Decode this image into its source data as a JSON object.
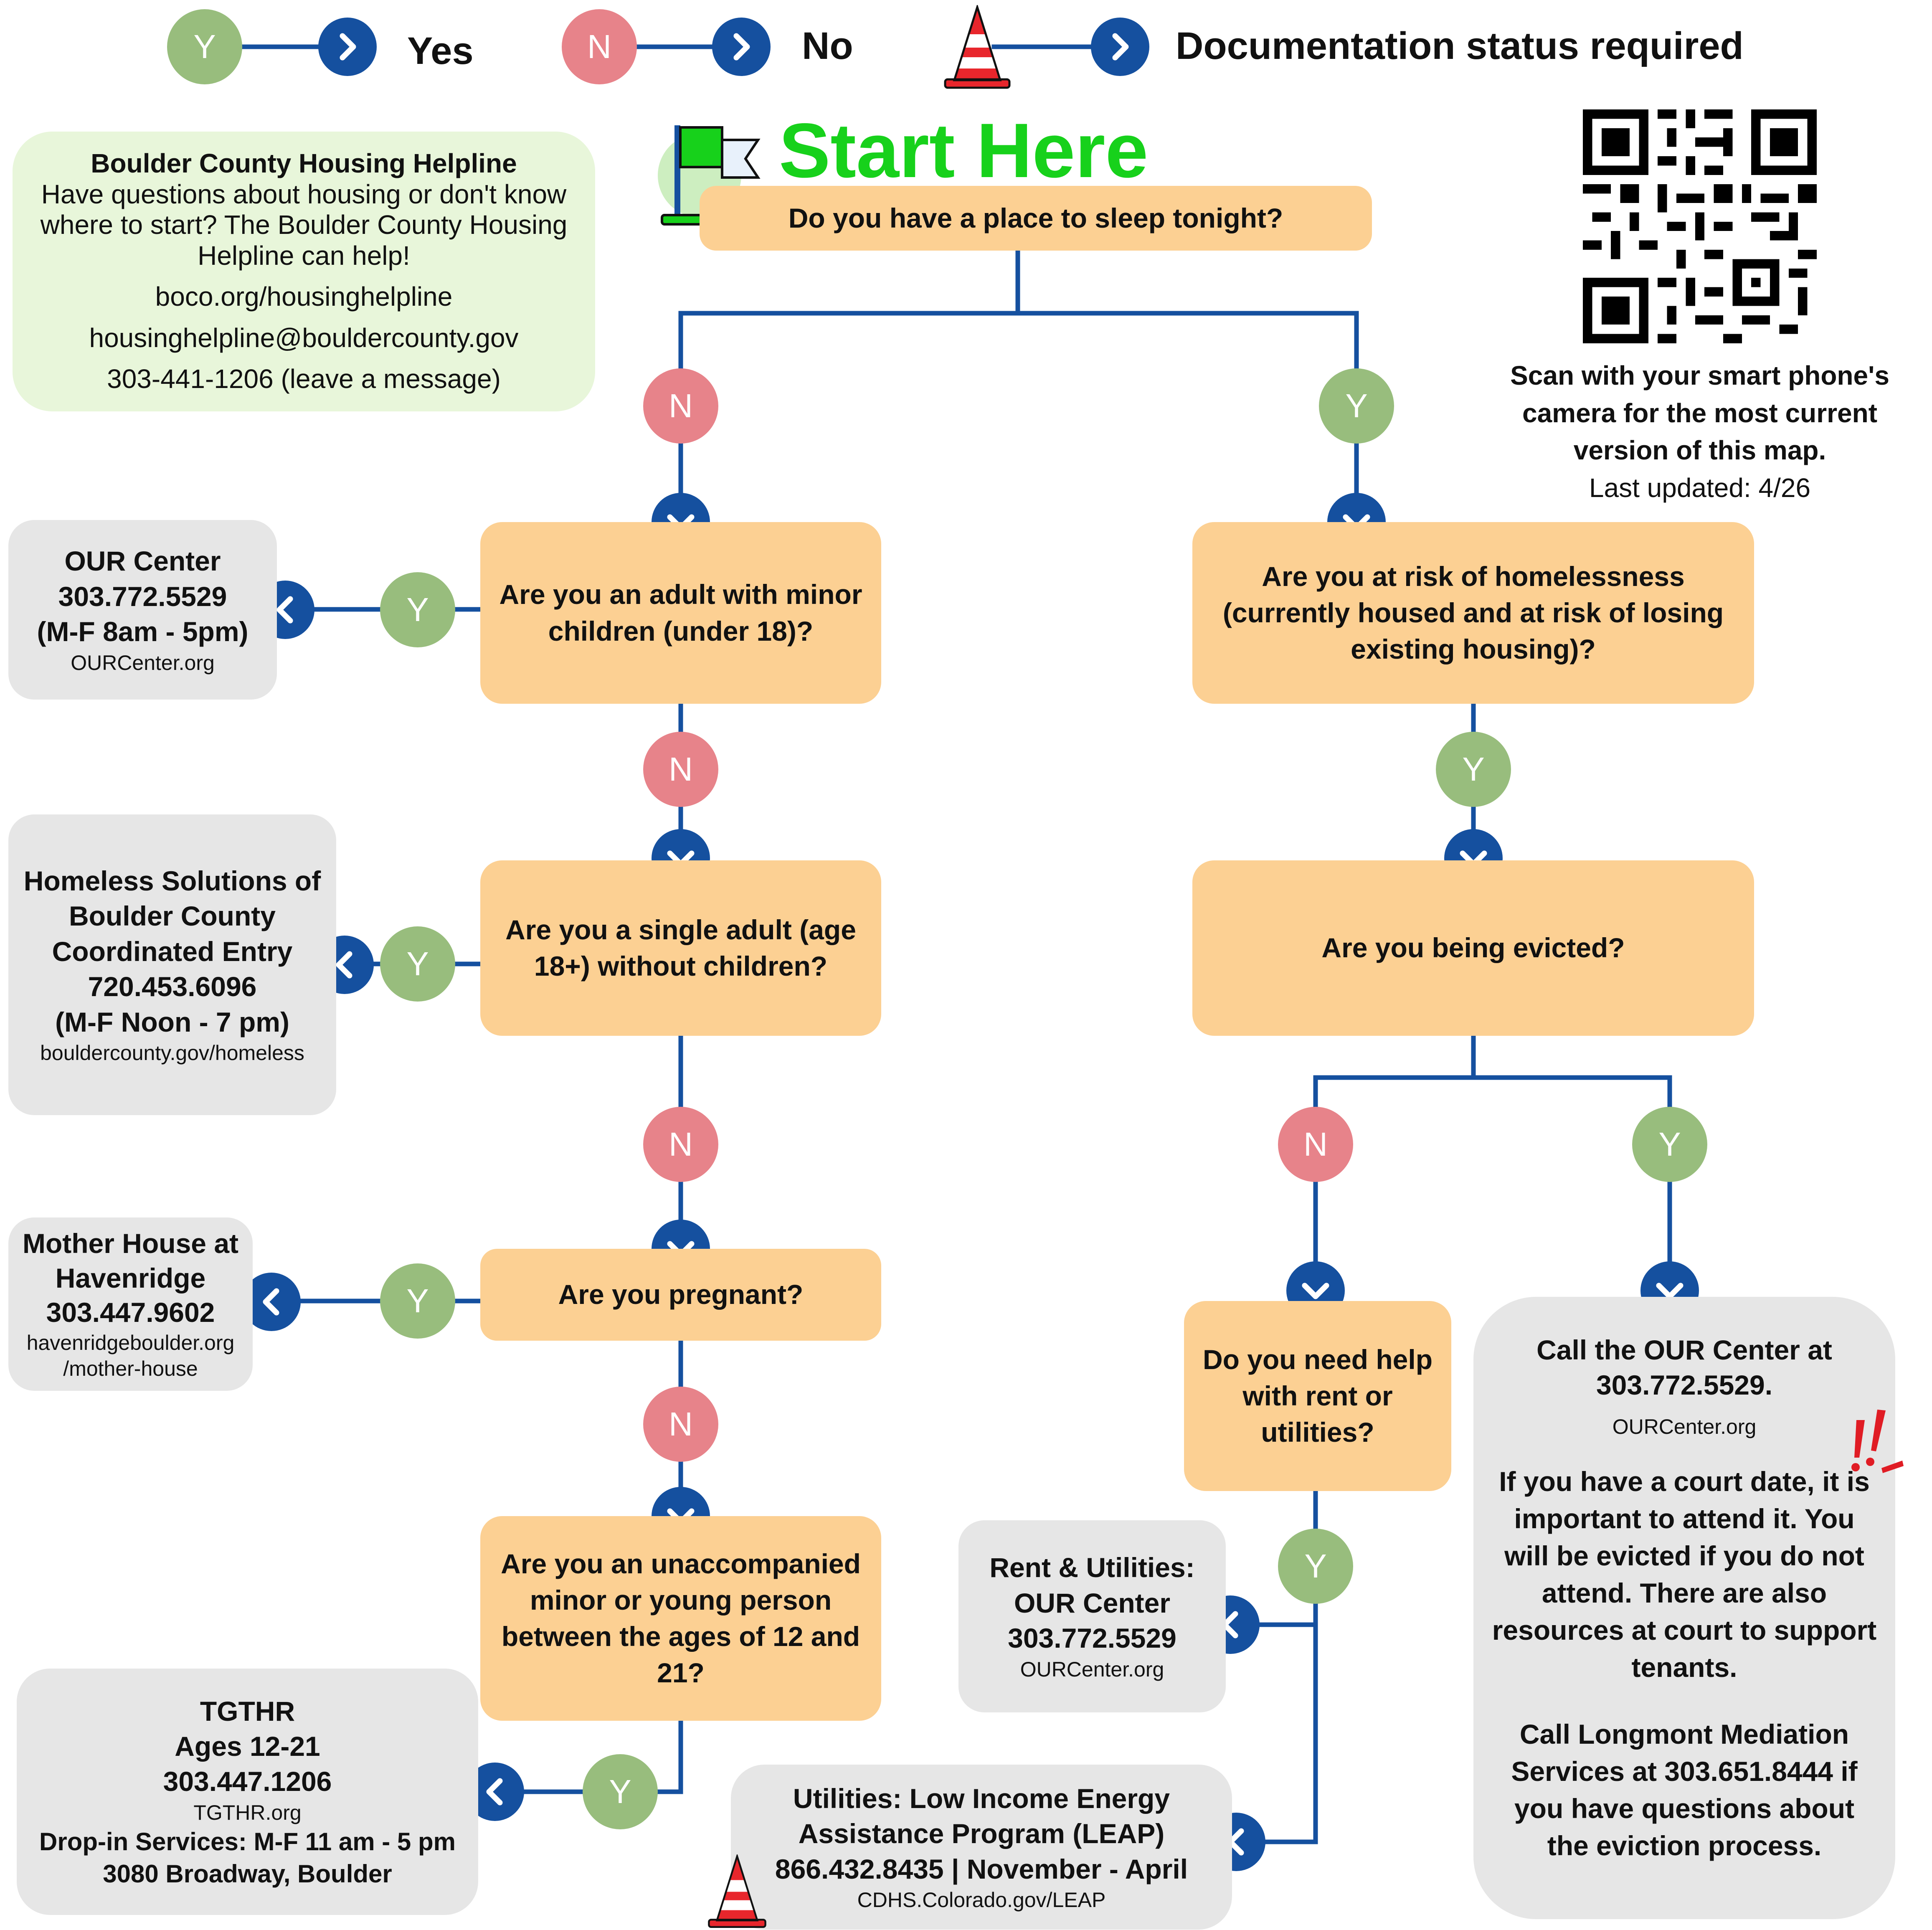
{
  "legend": {
    "yes_badge": "Y",
    "yes_label": "Yes",
    "no_badge": "N",
    "no_label": "No",
    "doc_label": "Documentation status required"
  },
  "title": "Start Here",
  "helpline": {
    "title": "Boulder County Housing Helpline",
    "body": "Have questions about housing or don't know where to start? The Boulder County Housing Helpline can help!",
    "website": "boco.org/housinghelpline",
    "email": "housinghelpline@bouldercounty.gov",
    "phone": "303-441-1206 (leave a message)"
  },
  "qr": {
    "instruction": "Scan with your smart phone's camera for the most current version of this map.",
    "updated": "Last updated: 4/26"
  },
  "questions": {
    "sleep": "Do you have a place to sleep tonight?",
    "minor_children": "Are you an adult with minor children (under 18)?",
    "single_adult": "Are you a single adult (age 18+) without children?",
    "pregnant": "Are you pregnant?",
    "unaccompanied": "Are you an unaccompanied minor or young person between the ages of 12 and 21?",
    "risk": "Are you at risk of homelessness (currently housed and at risk of losing existing housing)?",
    "evicted": "Are you being evicted?",
    "rent_help": "Do you need help with rent or utilities?"
  },
  "resources": {
    "our_center": {
      "name": "OUR Center",
      "phone": "303.772.5529",
      "hours": "(M-F 8am - 5pm)",
      "url": "OURCenter.org"
    },
    "homeless_solutions": {
      "name": "Homeless Solutions of Boulder County Coordinated Entry",
      "phone": "720.453.6096",
      "hours": "(M-F Noon - 7 pm)",
      "url": "bouldercounty.gov/homeless"
    },
    "mother_house": {
      "name": "Mother House at Havenridge",
      "phone": "303.447.9602",
      "url": "havenridgeboulder.org /mother-house"
    },
    "tgthr": {
      "name": "TGTHR",
      "ages": "Ages 12-21",
      "phone": "303.447.1206",
      "url": "TGTHR.org",
      "dropin": "Drop-in Services: M-F 11 am - 5 pm",
      "address": "3080 Broadway, Boulder"
    },
    "rent_util": {
      "name": "Rent & Utilities: OUR Center",
      "phone": "303.772.5529",
      "url": "OURCenter.org"
    },
    "leap": {
      "name": "Utilities: Low Income Energy Assistance Program (LEAP)",
      "details": "866.432.8435 | November - April",
      "url": "CDHS.Colorado.gov/LEAP"
    },
    "eviction": {
      "call": "Call the OUR Center at 303.772.5529.",
      "url": "OURCenter.org",
      "court": "If you have a court date, it is important to attend it. You will be evicted if you do not attend. There are also resources at court to support tenants.",
      "mediation": "Call Longmont Mediation Services at 303.651.8444 if you have questions about the eviction process."
    }
  },
  "badges": {
    "yes": "Y",
    "no": "N"
  },
  "colors": {
    "line": "#15509f",
    "question": "#fcd093",
    "resource": "#e6e6e6",
    "yes": "#98bd7d",
    "no": "#e7838a",
    "helpline": "#e8f6da",
    "title": "#17d11b"
  }
}
